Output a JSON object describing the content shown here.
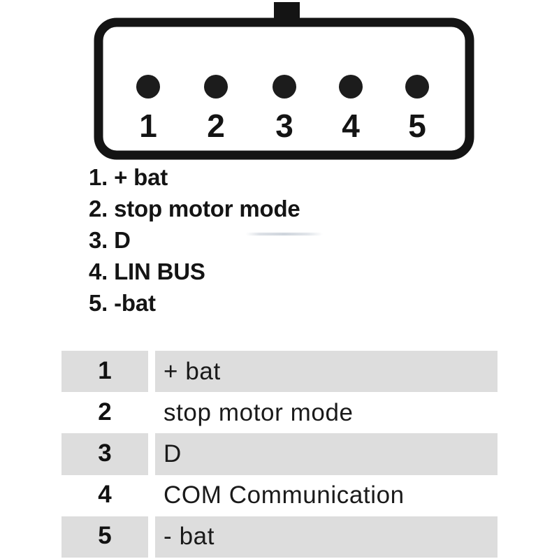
{
  "connector": {
    "name": "5-pin automotive connector",
    "pin_count": 5,
    "pin_numbers": [
      "1",
      "2",
      "3",
      "4",
      "5"
    ],
    "colors": {
      "outline": "#141414",
      "pin_fill": "#1c1c1c",
      "background": "#ffffff"
    }
  },
  "pin_list": {
    "items": [
      {
        "num": "1.",
        "label": "+ bat"
      },
      {
        "num": "2.",
        "label": "stop motor mode"
      },
      {
        "num": "3.",
        "label": "D"
      },
      {
        "num": "4.",
        "label": "LIN BUS"
      },
      {
        "num": "5.",
        "label": "-bat"
      }
    ]
  },
  "pinout_table": {
    "row_shade_color": "#dddddd",
    "rows": [
      {
        "num": "1",
        "desc": "+ bat",
        "shaded": true
      },
      {
        "num": "2",
        "desc": "stop motor mode",
        "shaded": false
      },
      {
        "num": "3",
        "desc": "D",
        "shaded": true
      },
      {
        "num": "4",
        "desc": "COM Communication",
        "shaded": false
      },
      {
        "num": "5",
        "desc": "- bat",
        "shaded": true
      }
    ]
  }
}
